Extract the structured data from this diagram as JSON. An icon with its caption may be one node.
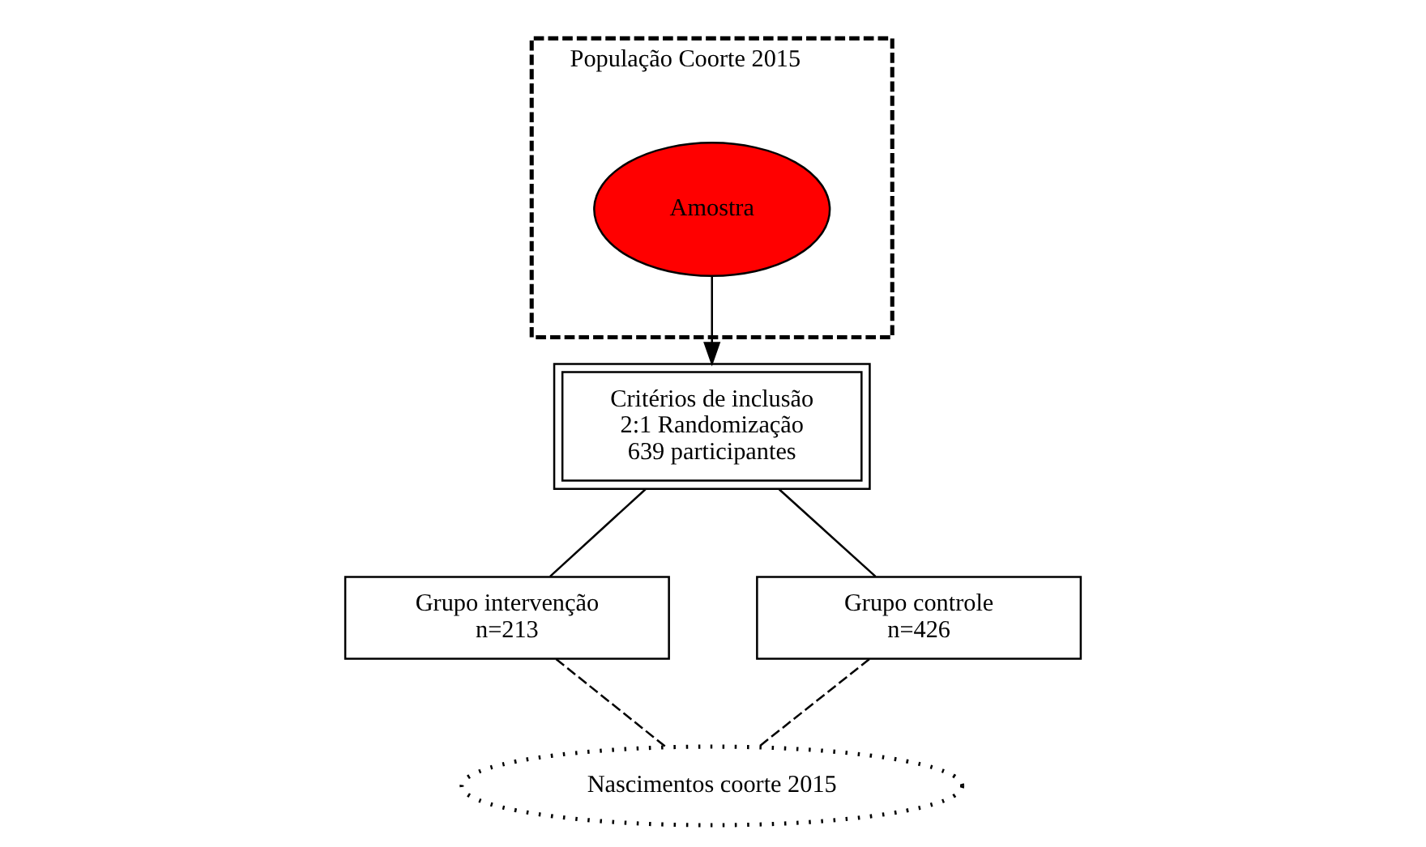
{
  "diagram": {
    "nodes": [
      {
        "text": [
          "População Coorte 2015"
        ]
      },
      {
        "text": [
          "Amostra"
        ],
        "in": 0
      },
      {
        "text": [
          "Critérios de inclusão",
          "2:1 Randomização",
          "639 participantes"
        ]
      },
      {
        "text": [
          "Grupo intervenção",
          "n=213"
        ]
      },
      {
        "text": [
          "Grupo controle",
          "n=426"
        ]
      },
      {
        "text": [
          "Nascimentos coorte 2015"
        ]
      }
    ],
    "edges": [
      {
        "from": 1,
        "to": 2,
        "arrow": "to"
      },
      {
        "from": 2,
        "to": 3,
        "arrow": "none"
      },
      {
        "from": 2,
        "to": 4,
        "arrow": "none"
      },
      {
        "from": 3,
        "to": 5,
        "arrow": "none",
        "style": "dashed"
      },
      {
        "from": 4,
        "to": 5,
        "arrow": "none",
        "style": "dashed"
      }
    ]
  }
}
